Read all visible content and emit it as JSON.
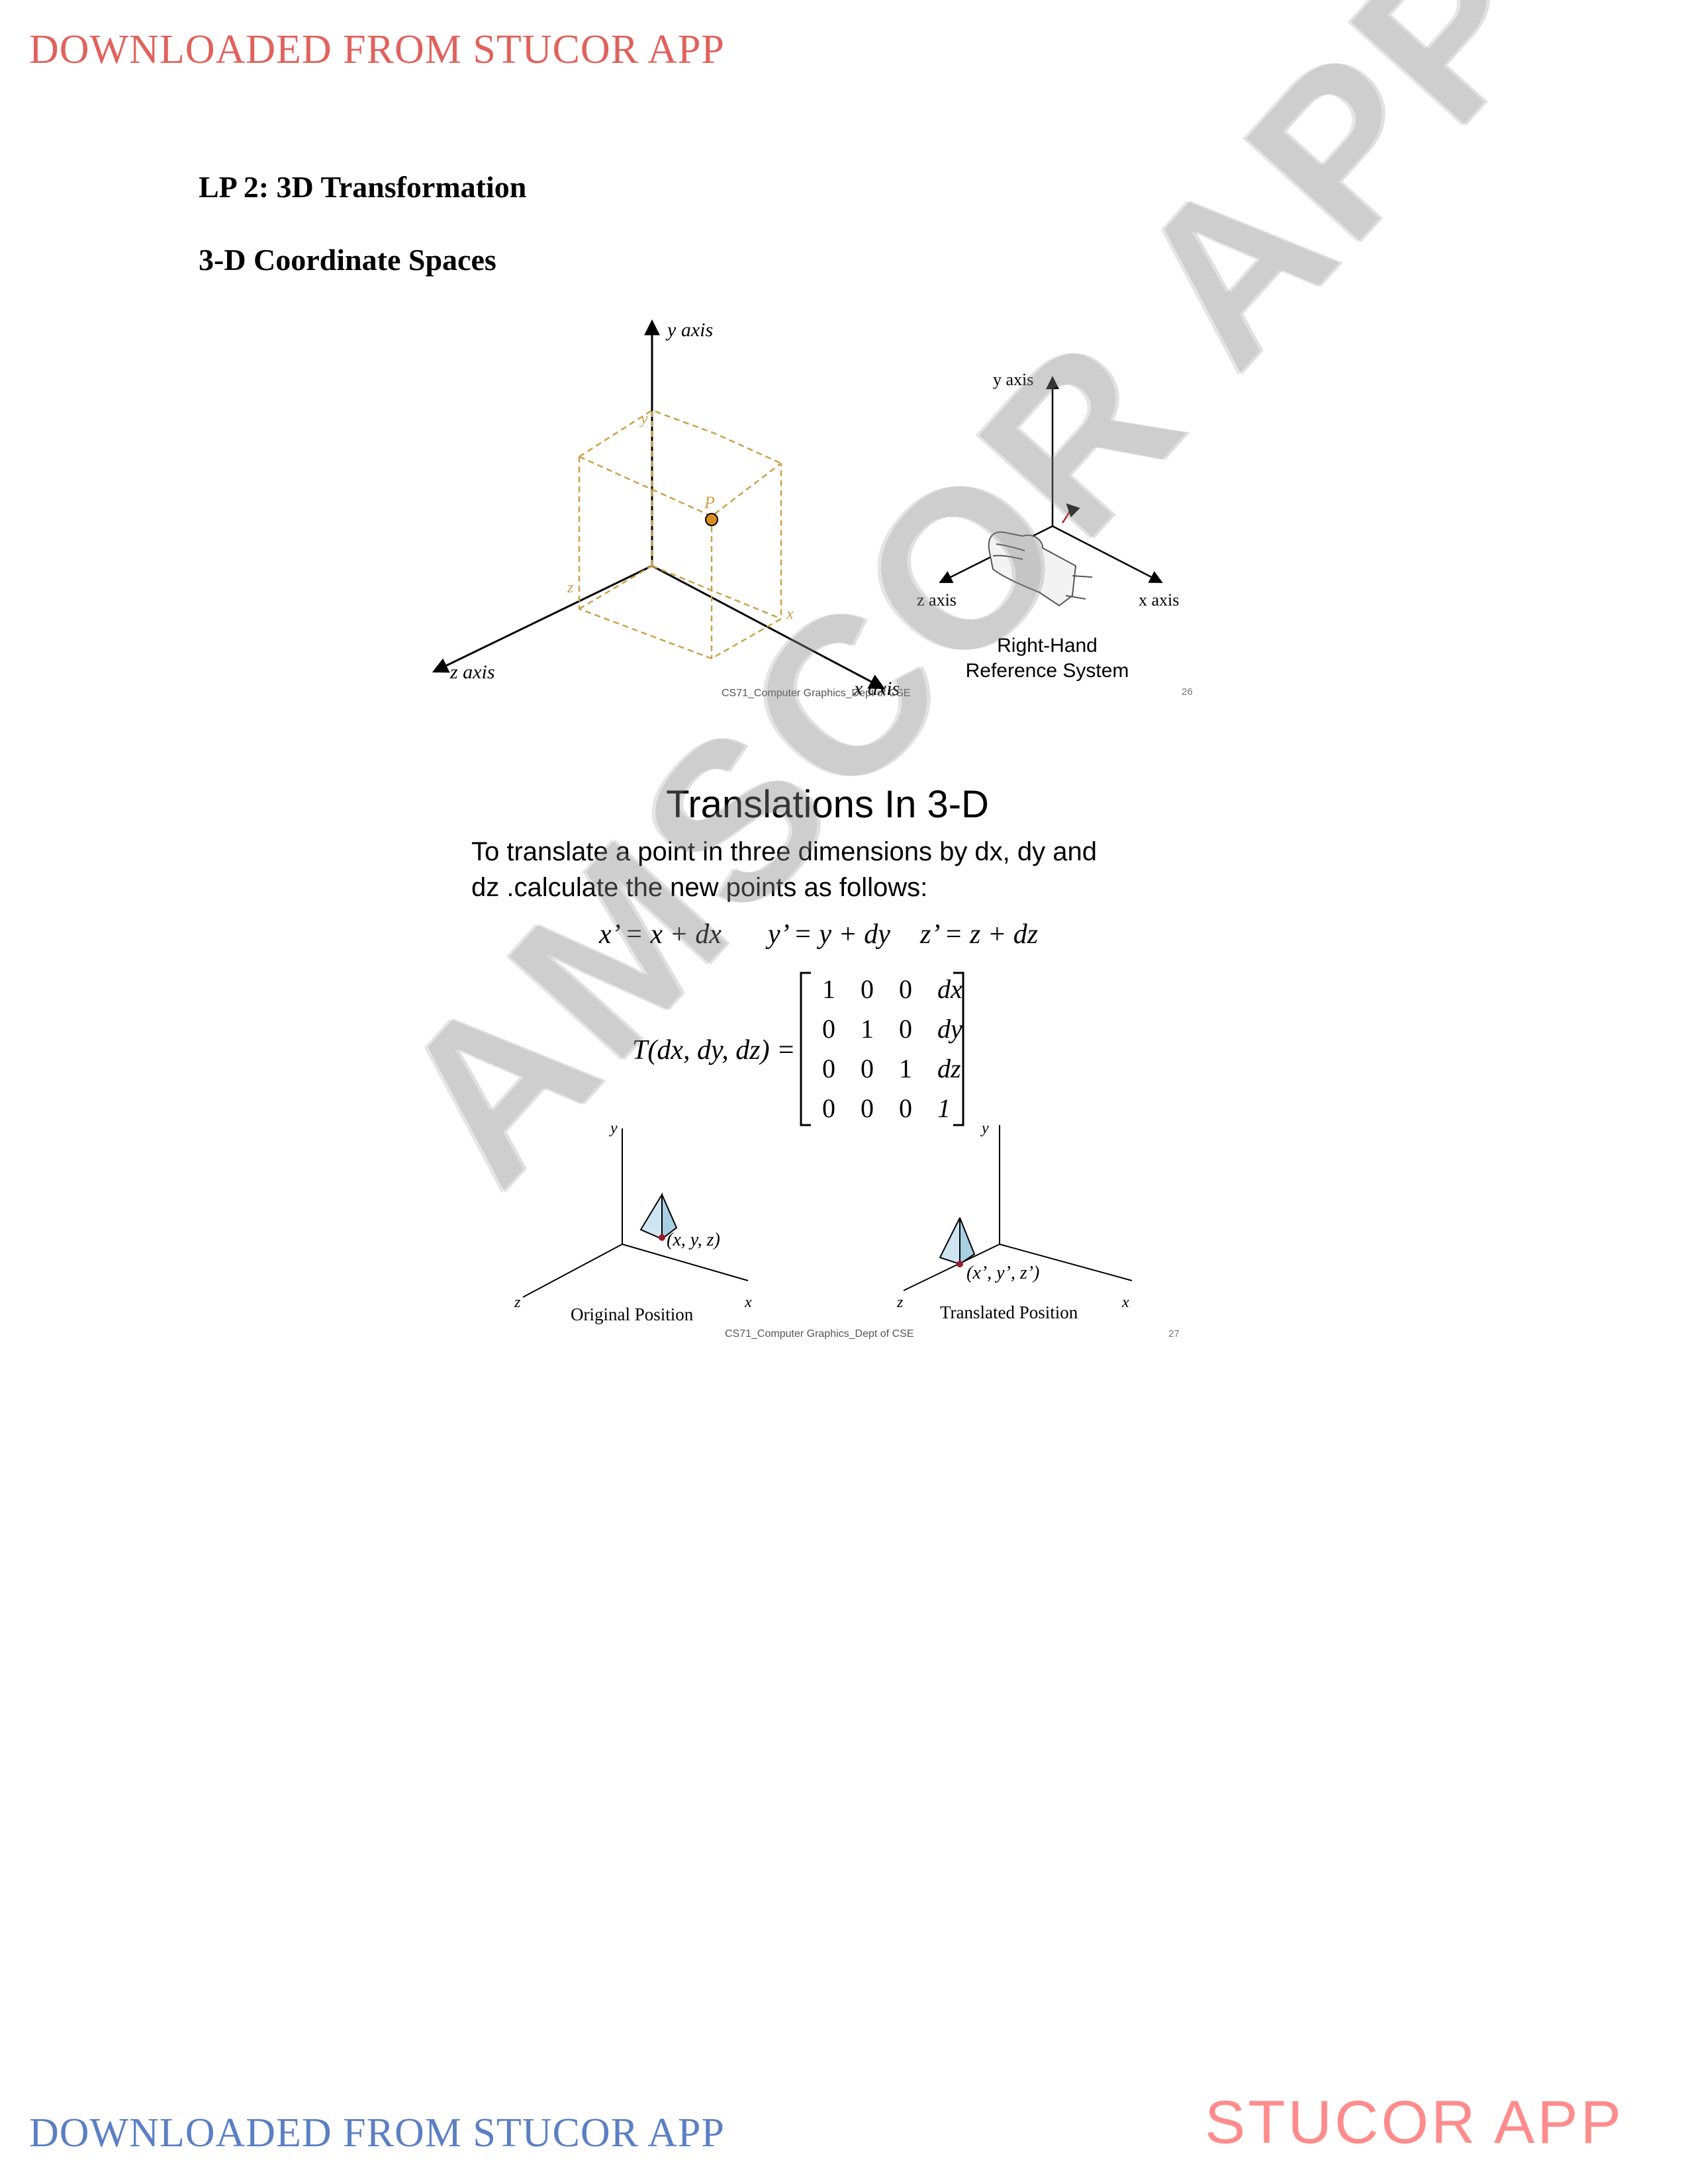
{
  "header": {
    "banner": "DOWNLOADED FROM STUCOR APP"
  },
  "footer": {
    "banner": "DOWNLOADED FROM STUCOR APP",
    "brand": "STUCOR APP"
  },
  "watermark": "AMSCOR APP",
  "headings": {
    "lp": "LP 2: 3D Transformation",
    "section": "3-D Coordinate Spaces"
  },
  "figure1": {
    "y_axis": "y axis",
    "z_axis": "z axis",
    "x_axis": "x axis",
    "point": "P",
    "lbl_x": "x",
    "lbl_y": "y",
    "lbl_z": "z",
    "caption": "CS71_Computer Graphics_Dept of CSE",
    "rh_y_axis": "y axis",
    "rh_z_axis": "z axis",
    "rh_x_axis": "x axis",
    "rh_caption_1": "Right-Hand",
    "rh_caption_2": "Reference System",
    "slide_num": "26"
  },
  "figure2": {
    "title": "Translations In 3-D",
    "line1": "To translate a point in three dimensions by dx, dy and",
    "line2": "dz .calculate the new points as follows:",
    "eq_x": "x’ = x + dx",
    "eq_y": "y’ = y + dy",
    "eq_z": "z’ = z + dz",
    "matrix_label": "T(dx, dy, dz) =",
    "matrix": [
      [
        "1",
        "0",
        "0",
        "dx"
      ],
      [
        "0",
        "1",
        "0",
        "dy"
      ],
      [
        "0",
        "0",
        "1",
        "dz"
      ],
      [
        "0",
        "0",
        "0",
        "1"
      ]
    ],
    "orig_y": "y",
    "orig_z": "z",
    "orig_x": "x",
    "orig_point": "(x, y, z)",
    "orig_caption": "Original Position",
    "trans_y": "y",
    "trans_z": "z",
    "trans_x": "x",
    "trans_point": "(x’, y’, z’)",
    "trans_caption": "Translated Position",
    "caption": "CS71_Computer Graphics_Dept of CSE",
    "slide_num": "27"
  }
}
